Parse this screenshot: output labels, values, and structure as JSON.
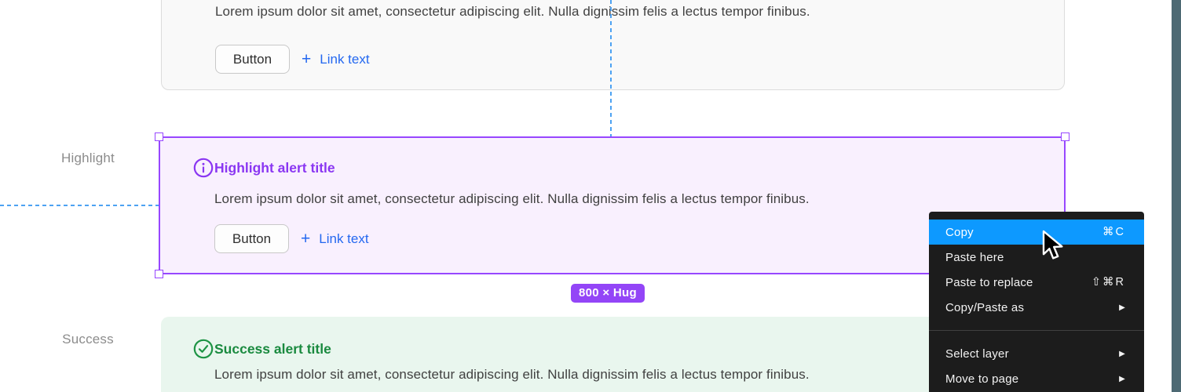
{
  "colors": {
    "selection_purple": "#9747ff",
    "highlight_fill": "#f9f0fe",
    "highlight_title": "#8a36f2",
    "success_fill": "#e9f6ee",
    "success_title": "#1a8a3f",
    "link_blue": "#2468f0",
    "menu_bg": "#1c1c1c",
    "menu_highlight_blue": "#0d99ff",
    "badge_purple": "#9345f7",
    "guide_blue": "#4da2f2",
    "edge_bar_teal": "#4e6a74"
  },
  "top_alert": {
    "body": "Lorem ipsum dolor sit amet, consectetur adipiscing elit. Nulla dignissim felis a lectus tempor finibus.",
    "button_label": "Button",
    "link_plus": "+",
    "link_label": "Link text"
  },
  "highlight_alert": {
    "section_label": "Highlight",
    "title": "Highlight alert title",
    "body": "Lorem ipsum dolor sit amet, consectetur adipiscing elit. Nulla dignissim felis a lectus tempor finibus.",
    "button_label": "Button",
    "link_plus": "+",
    "link_label": "Link text",
    "size_badge": "800 × Hug"
  },
  "success_alert": {
    "section_label": "Success",
    "title": "Success alert title",
    "body": "Lorem ipsum dolor sit amet, consectetur adipiscing elit. Nulla dignissim felis a lectus tempor finibus."
  },
  "context_menu": {
    "items": [
      {
        "label": "Copy",
        "shortcut": "⌘C"
      },
      {
        "label": "Paste here",
        "shortcut": ""
      },
      {
        "label": "Paste to replace",
        "shortcut": "⇧⌘R"
      },
      {
        "label": "Copy/Paste as",
        "submenu": "▶"
      },
      {
        "label": "Select layer",
        "submenu": "▶"
      },
      {
        "label": "Move to page",
        "submenu": "▶"
      }
    ]
  }
}
